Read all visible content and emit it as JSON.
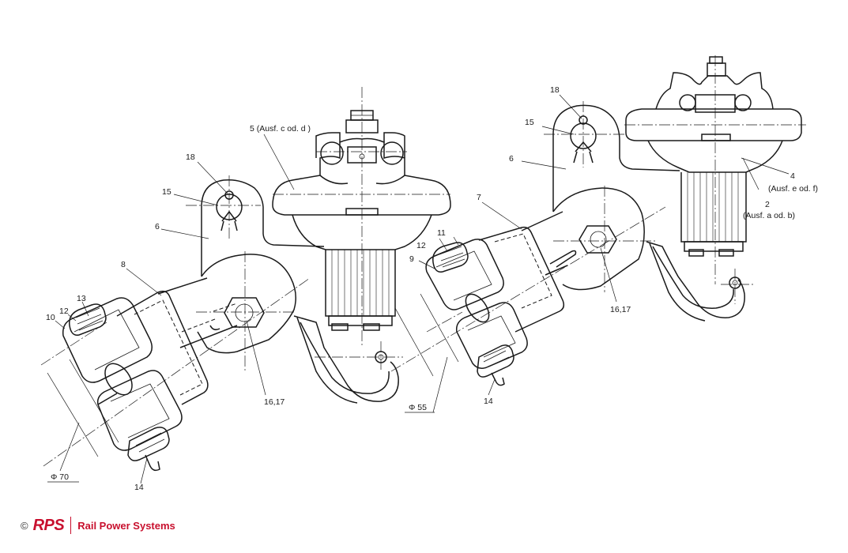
{
  "labels": {
    "left": {
      "part18": "18",
      "part15": "15",
      "part6": "6",
      "part5": "5 (Ausf. c od. d )",
      "part8": "8",
      "part13": "13",
      "part12": "12",
      "part10": "10",
      "part1617": "16,17",
      "part14": "14",
      "dia": "Φ 70"
    },
    "right": {
      "part18": "18",
      "part15": "15",
      "part6": "6",
      "part7": "7",
      "part4": "4",
      "part4note": "(Ausf. e od. f)",
      "part2": "2",
      "part2note": "(Ausf. a od. b)",
      "part12": "12",
      "part11": "11",
      "part9": "9",
      "part1617": "16,17",
      "part14": "14",
      "dia": "Φ 55"
    }
  },
  "footer": {
    "copyright": "©",
    "brand": "RPS",
    "company": "Rail Power Systems"
  },
  "colors": {
    "ink": "#1a1a1a",
    "brand": "#c8102e"
  }
}
